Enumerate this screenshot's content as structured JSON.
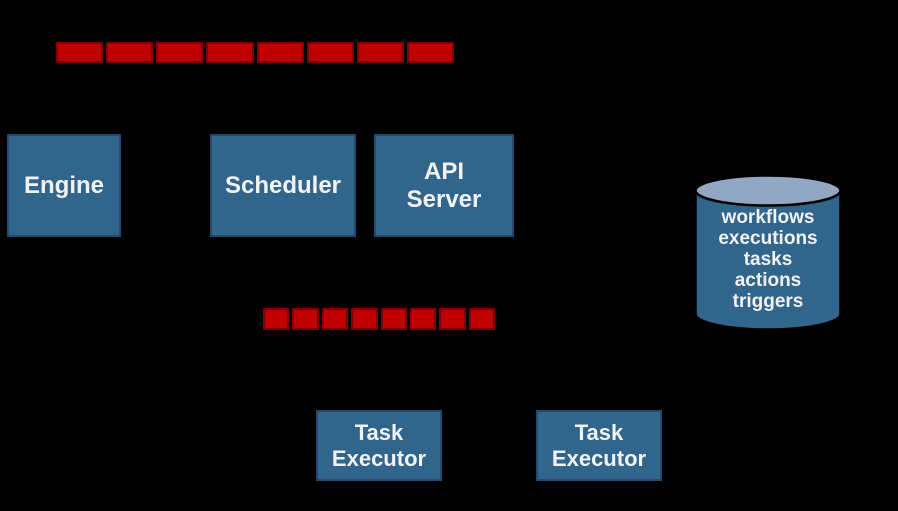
{
  "colors": {
    "background": "#000000",
    "node_fill": "#31658C",
    "node_border": "#234A6D",
    "node_text": "#F2F2F2",
    "queue_fill": "#C00000",
    "queue_border": "#7F0000",
    "datastore_top_fill": "#92A7C2",
    "datastore_outline": "#000000"
  },
  "queues": {
    "top": {
      "segments": 8
    },
    "bottom": {
      "segments": 8
    }
  },
  "nodes": {
    "engine": {
      "label": "Engine"
    },
    "scheduler": {
      "label": "Scheduler"
    },
    "api_server": {
      "line1": "API",
      "line2": "Server"
    },
    "task_executor_left": {
      "line1": "Task",
      "line2": "Executor"
    },
    "task_executor_right": {
      "line1": "Task",
      "line2": "Executor"
    }
  },
  "datastore": {
    "items": [
      "workflows",
      "executions",
      "tasks",
      "actions",
      "triggers"
    ]
  }
}
